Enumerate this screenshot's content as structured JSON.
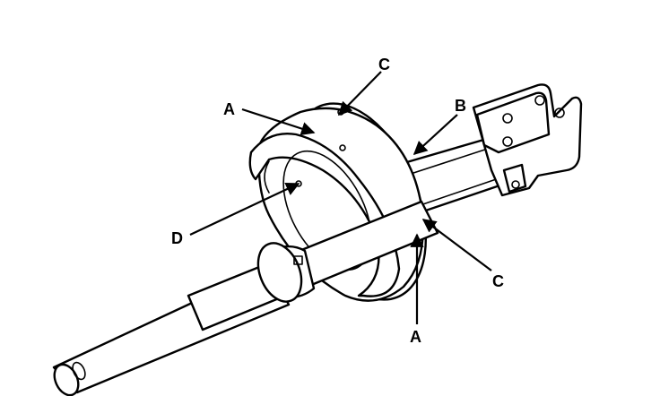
{
  "labels": {
    "c_top": "C",
    "a_top": "A",
    "b": "B",
    "d": "D",
    "c_right": "C",
    "a_bottom": "A"
  }
}
